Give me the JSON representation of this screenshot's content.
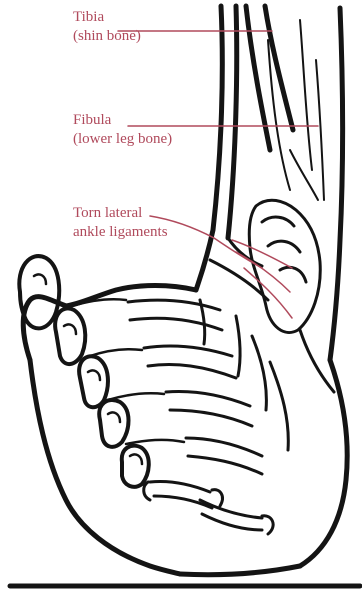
{
  "colors": {
    "label_text": "#b04a5c",
    "leader_line": "#b04a5c",
    "outline": "#141414",
    "background": "#ffffff"
  },
  "labels": {
    "tibia": {
      "line1": "Tibia",
      "line2": "(shin bone)"
    },
    "fibula": {
      "line1": "Fibula",
      "line2": "(lower leg bone)"
    },
    "torn_ligaments": {
      "line1": "Torn lateral",
      "line2": "ankle ligaments"
    }
  }
}
